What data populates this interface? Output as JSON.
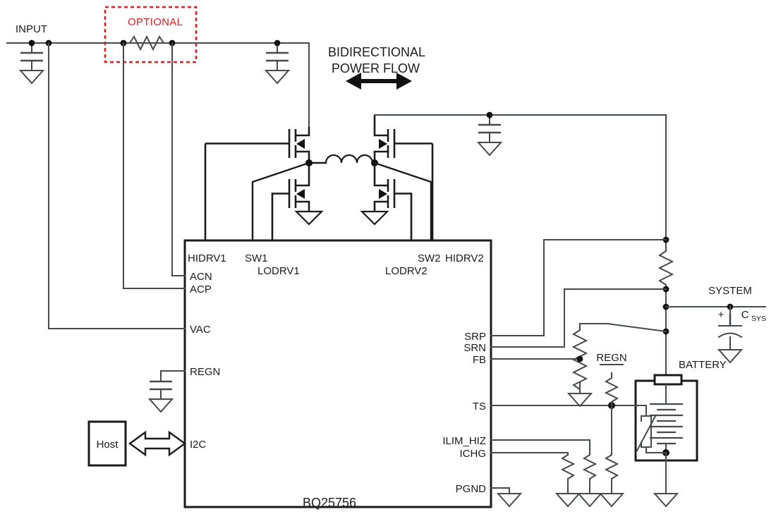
{
  "diagram": {
    "title": "BQ25756 bidirectional buck-boost battery charger application schematic",
    "chip_name": "BQ25756",
    "annotations": {
      "input_label": "INPUT",
      "optional_label": "OPTIONAL",
      "power_flow_line1": "BIDIRECTIONAL",
      "power_flow_line2": "POWER FLOW",
      "system_label": "SYSTEM",
      "battery_label": "BATTERY",
      "host_label": "Host",
      "regn_external_label": "REGN",
      "csys_label": "C",
      "csys_subscript": "SYS",
      "csys_polarity": "+"
    },
    "pins": {
      "top": [
        {
          "name": "HIDRV1"
        },
        {
          "name": "SW1"
        },
        {
          "name": "LODRV1"
        },
        {
          "name": "LODRV2"
        },
        {
          "name": "SW2"
        },
        {
          "name": "HIDRV2"
        }
      ],
      "left": [
        {
          "name": "ACN"
        },
        {
          "name": "ACP"
        },
        {
          "name": "VAC"
        },
        {
          "name": "REGN"
        },
        {
          "name": "I2C"
        }
      ],
      "right": [
        {
          "name": "SRP"
        },
        {
          "name": "SRN"
        },
        {
          "name": "FB"
        },
        {
          "name": "TS"
        },
        {
          "name": "ILIM_HIZ"
        },
        {
          "name": "ICHG"
        },
        {
          "name": "PGND"
        }
      ]
    },
    "colors": {
      "wire": "#444a4d",
      "ink": "#1b1b1b",
      "optional_outline": "#e02020",
      "background": "#ffffff"
    }
  }
}
